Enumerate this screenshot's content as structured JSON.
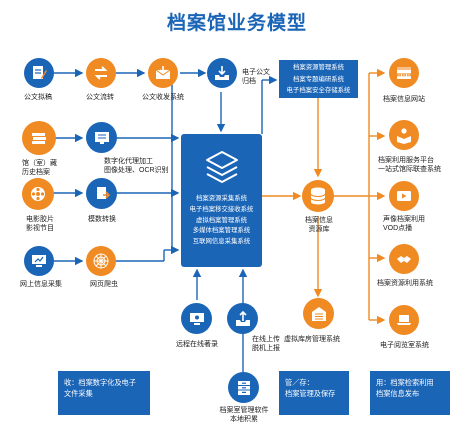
{
  "title": "档案馆业务模型",
  "left": {
    "official_docs": "公文拟稿",
    "doc_flow": "公文流转",
    "doc_send_receive": "公文收发系统",
    "e_doc_archive": "电子公文\n归档",
    "history_docs": "馆（室）藏\n历史档案",
    "digitize": "数字化代理加工\n图像处理、OCR识别",
    "film": "电影胶片\n影视节目",
    "convert": "模数转换",
    "web_collect": "网上信息采集",
    "web_crawler": "网页爬虫"
  },
  "hub": {
    "lines": "档案资源采集系统\n电子档案移交接收系统\n虚拟档案管理系统\n多媒体档案管理系统\n互联网信息采集系统"
  },
  "top_box": {
    "lines": "档案资源管理系统\n档案专题编研系统\n电子档案安全存储系统"
  },
  "center": {
    "database": "档案信息\n资源库",
    "virtual_repo": "虚拟库房管理系统"
  },
  "bottom": {
    "remote_register": "远程在线著录",
    "offline_upload": "在线上传\n脱机上报",
    "archive_software": "档案室管理软件\n本地积累"
  },
  "right": {
    "site": "档案信息网站",
    "service_platform": "档案利用服务平台\n一站式馆际联查系统",
    "vod": "声像档案利用\nVOD点播",
    "use_system": "档案资源利用系统",
    "reading_room": "电子阅览室系统"
  },
  "info_boxes": {
    "collect": "收：档案数字化及电子\n文件采集",
    "manage": "管／存：\n档案管理及保存",
    "use": "用：档案检索利用\n档案信息发布"
  },
  "colors": {
    "primary_blue": "#1b65b7",
    "accent_orange": "#f08a22"
  }
}
